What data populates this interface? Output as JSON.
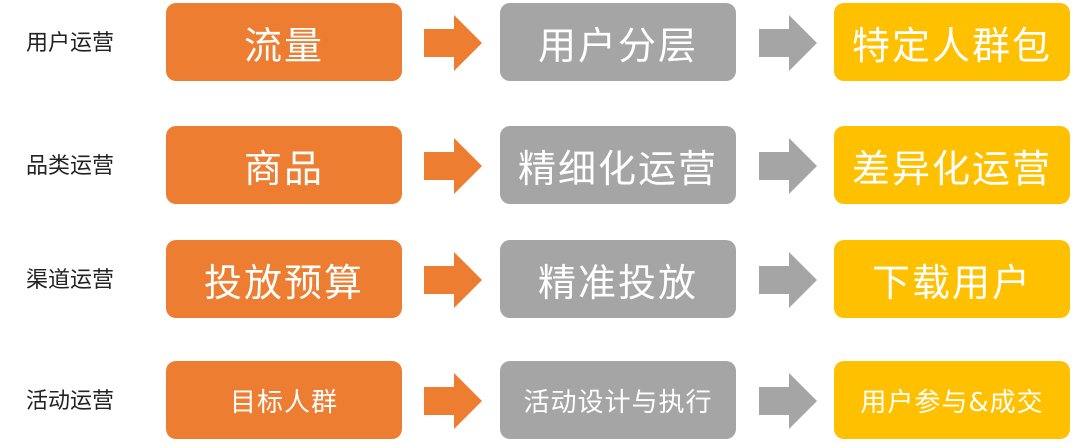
{
  "colors": {
    "orange": "#ed7d31",
    "gray": "#a5a5a5",
    "yellow": "#ffc000",
    "arrow_orange": "#ed7d31",
    "arrow_gray": "#a5a5a5"
  },
  "rows": [
    {
      "label": "用户运营",
      "source": "流量",
      "process": "用户分层",
      "result": "特定人群包"
    },
    {
      "label": "品类运营",
      "source": "商品",
      "process": "精细化运营",
      "result": "差异化运营"
    },
    {
      "label": "渠道运营",
      "source": "投放预算",
      "process": "精准投放",
      "result": "下载用户"
    },
    {
      "label": "活动运营",
      "source": "目标人群",
      "process": "活动设计与执行",
      "result": "用户参与&成交"
    }
  ]
}
